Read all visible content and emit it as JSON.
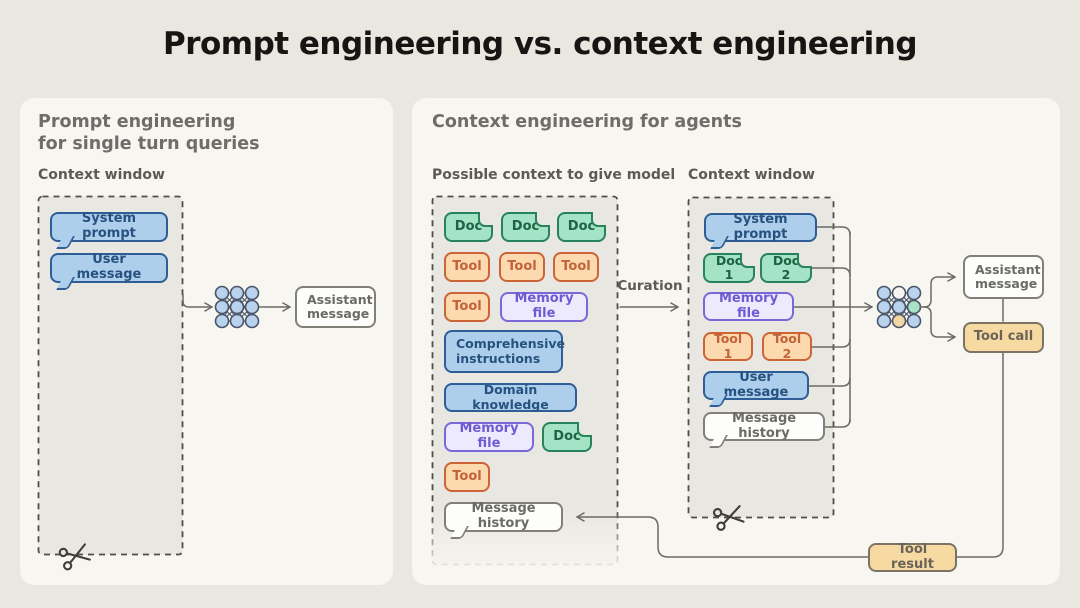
{
  "title": "Prompt engineering vs. context engineering",
  "left": {
    "heading_line1": "Prompt engineering",
    "heading_line2": "for single turn queries",
    "context_window_label": "Context window",
    "system_prompt": "System prompt",
    "user_message": "User message",
    "assistant_message": "Assistant message"
  },
  "right": {
    "heading": "Context engineering for agents",
    "possible_context_label": "Possible context to give model",
    "context_window_label": "Context window",
    "curation_label": "Curation",
    "possible": {
      "doc1": "Doc",
      "doc2": "Doc",
      "doc3": "Doc",
      "tool1": "Tool",
      "tool2": "Tool",
      "tool3": "Tool",
      "tool4": "Tool",
      "memory_file1": "Memory file",
      "comprehensive_instructions": "Comprehensive instructions",
      "domain_knowledge": "Domain knowledge",
      "memory_file2": "Memory file",
      "doc4": "Doc",
      "tool5": "Tool",
      "message_history": "Message history"
    },
    "context_window": {
      "system_prompt": "System prompt",
      "doc1": "Doc 1",
      "doc2": "Doc 2",
      "memory_file": "Memory file",
      "tool1": "Tool 1",
      "tool2": "Tool 2",
      "user_message": "User message",
      "message_history": "Message history"
    },
    "assistant_message": "Assistant message",
    "tool_call": "Tool call",
    "tool_result": "Tool result"
  },
  "neural_nets": {
    "left": [
      "bbb",
      "bbb",
      "bbb"
    ],
    "right": [
      "bwb",
      "bbg",
      "btb"
    ]
  },
  "colors": {
    "page_bg": "#eae7e0",
    "panel_bg": "#f8f6f1",
    "box_fill": "#e9e7e2",
    "dash_stroke": "#4f4e49",
    "connector": "#6b6a65",
    "blue_fill": "#aecfec",
    "blue_stroke": "#2e5e95",
    "blue_text": "#27517f",
    "green_fill": "#a5e3c6",
    "green_stroke": "#27835a",
    "green_text": "#1d6343",
    "orange_fill": "#fcd9ae",
    "orange_stroke": "#cc6436",
    "orange_text": "#c2633a",
    "purple_fill": "#eceafc",
    "purple_stroke": "#7a68d8",
    "purple_text": "#6f5ad3",
    "white_fill": "#fdfdfb",
    "white_stroke": "#817f78",
    "white_text": "#6b6a64",
    "tan_fill": "#f7daa2",
    "tan_stroke": "#7c7365",
    "tan_text": "#69635a",
    "node_blue": "#b9d3ee",
    "node_white": "#f7f5f1",
    "node_green": "#a9e2c4",
    "node_tan": "#f3d7a3",
    "node_stroke": "#4a5568"
  }
}
